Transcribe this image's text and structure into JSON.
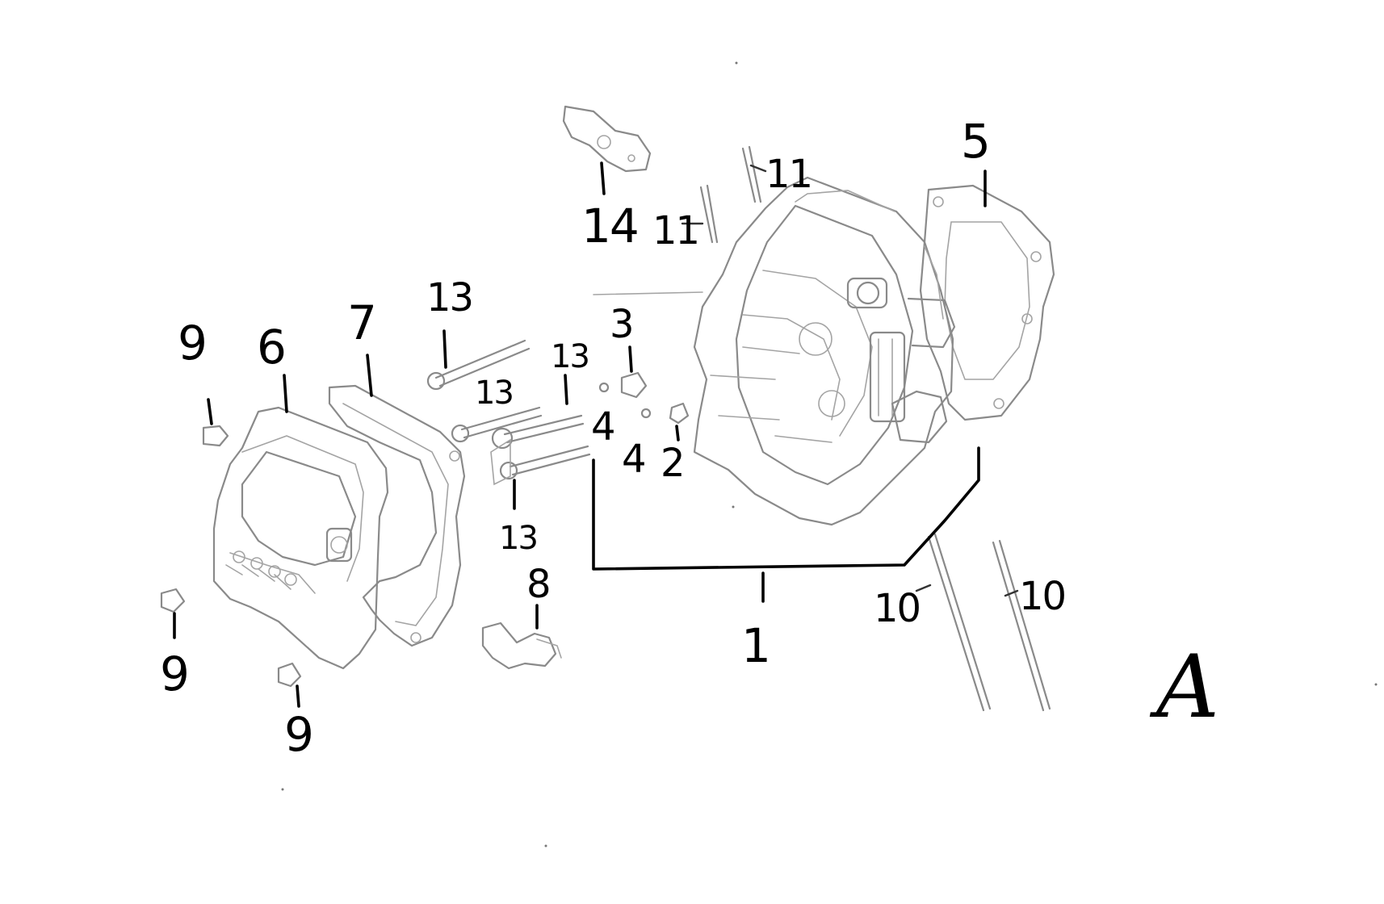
{
  "diagram": {
    "sheet_label": "A",
    "callouts": {
      "c1": "1",
      "c2": "2",
      "c3": "3",
      "c4a": "4",
      "c4b": "4",
      "c5": "5",
      "c6": "6",
      "c7": "7",
      "c8": "8",
      "c9a": "9",
      "c9b": "9",
      "c9c": "9",
      "c10a": "10",
      "c10b": "10",
      "c11a": "11",
      "c11b": "11",
      "c13a": "13",
      "c13b": "13",
      "c13c": "13",
      "c13d": "13",
      "c14": "14"
    },
    "colors": {
      "ink": "#000000",
      "part_line": "#8a8a8a"
    }
  }
}
